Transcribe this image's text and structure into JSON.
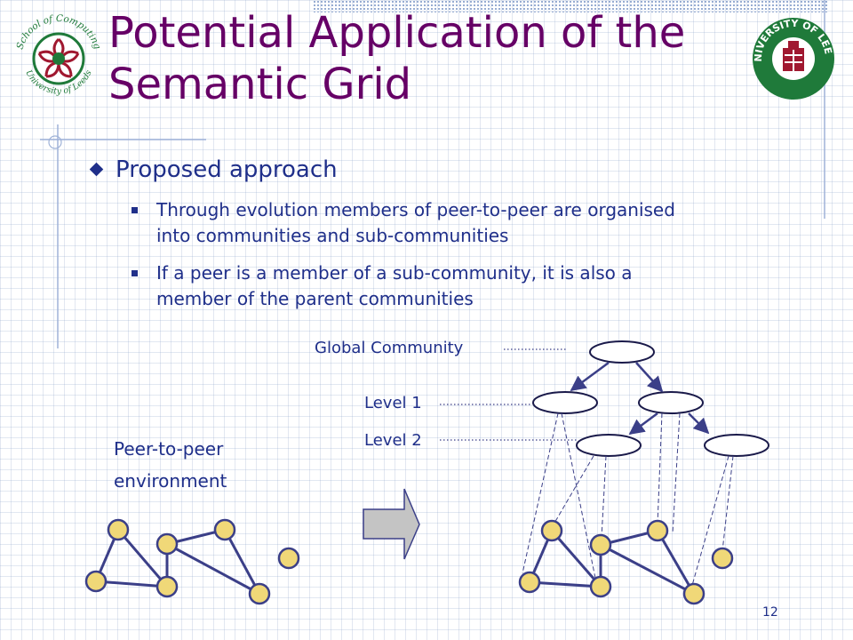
{
  "slide": {
    "title_line1": "Potential Application of the",
    "title_line2": "Semantic Grid",
    "bullet": "Proposed approach",
    "subbullets": [
      {
        "line1": "Through evolution members of peer-to-peer are organised",
        "line2": "into communities and sub-communities"
      },
      {
        "line1": "If a peer is a member of a sub-community, it is also a",
        "line2": "member of the parent communities"
      }
    ],
    "page_number": "12"
  },
  "logos": {
    "left_text_top": "School of Computing",
    "left_text_bottom": "University of Leeds",
    "right_text": "UNIVERSITY OF LEEDS"
  },
  "diagram": {
    "label_global": "Global Community",
    "label_level1": "Level 1",
    "label_level2": "Level 2",
    "env_line1": "Peer-to-peer",
    "env_line2": "environment"
  },
  "colors": {
    "title": "#660066",
    "text": "#1f2f8a",
    "node_fill": "#f0d878",
    "edge": "#3b3f88",
    "logo_green": "#1f7a3a",
    "logo_red": "#a01830"
  }
}
